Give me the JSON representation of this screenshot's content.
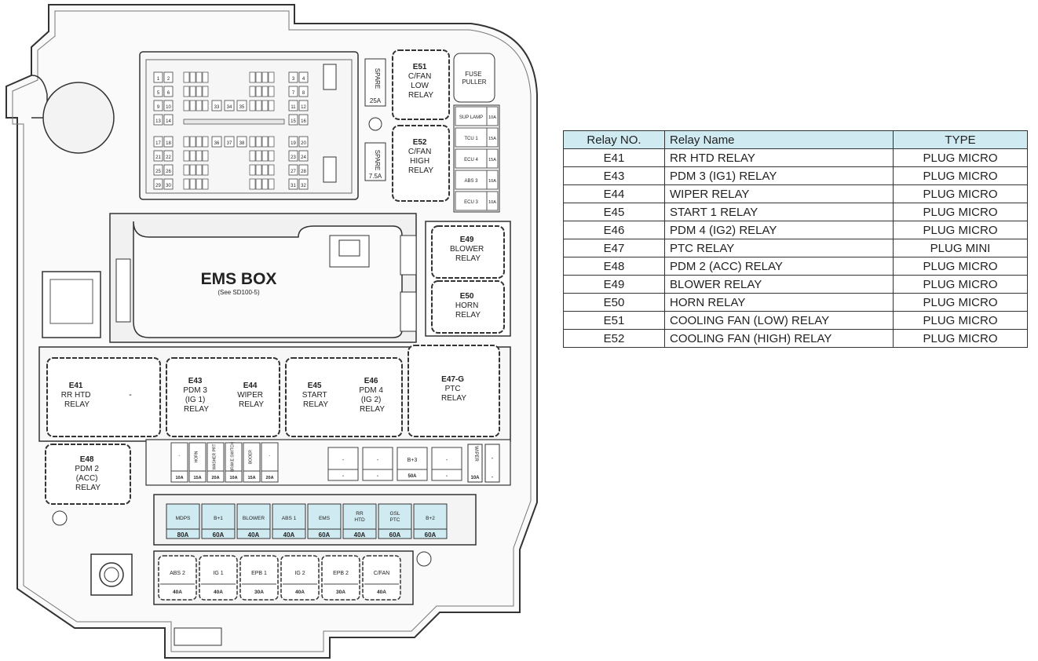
{
  "table": {
    "headers": [
      "Relay NO.",
      "Relay Name",
      "TYPE"
    ],
    "rows": [
      [
        "E41",
        "RR HTD RELAY",
        "PLUG MICRO"
      ],
      [
        "E43",
        "PDM 3 (IG1) RELAY",
        "PLUG MICRO"
      ],
      [
        "E44",
        "WIPER RELAY",
        "PLUG MICRO"
      ],
      [
        "E45",
        "START 1 RELAY",
        "PLUG MICRO"
      ],
      [
        "E46",
        "PDM 4 (IG2) RELAY",
        "PLUG MICRO"
      ],
      [
        "E47",
        "PTC RELAY",
        "PLUG MINI"
      ],
      [
        "E48",
        "PDM 2 (ACC) RELAY",
        "PLUG MICRO"
      ],
      [
        "E49",
        "BLOWER RELAY",
        "PLUG MICRO"
      ],
      [
        "E50",
        "HORN RELAY",
        "PLUG MICRO"
      ],
      [
        "E51",
        "COOLING FAN (LOW) RELAY",
        "PLUG MICRO"
      ],
      [
        "E52",
        "COOLING FAN (HIGH) RELAY",
        "PLUG MICRO"
      ]
    ]
  },
  "diagram": {
    "ems_box": {
      "title": "EMS BOX",
      "subtitle": "(See SD100-5)"
    },
    "relays": {
      "e51": [
        "E51",
        "C/FAN",
        "LOW",
        "RELAY"
      ],
      "e52": [
        "E52",
        "C/FAN",
        "HIGH",
        "RELAY"
      ],
      "fuse_puller": [
        "FUSE",
        "PULLER"
      ],
      "e49": [
        "E49",
        "BLOWER",
        "RELAY"
      ],
      "e50": [
        "E50",
        "HORN",
        "RELAY"
      ],
      "e41": [
        "E41",
        "RR HTD",
        "RELAY"
      ],
      "e41_dash": "-",
      "e43": [
        "E43",
        "PDM 3",
        "(IG 1)",
        "RELAY"
      ],
      "e44": [
        "E44",
        "WIPER",
        "RELAY"
      ],
      "e45": [
        "E45",
        "START",
        "RELAY"
      ],
      "e46": [
        "E46",
        "PDM 4",
        "(IG 2)",
        "RELAY"
      ],
      "e47": [
        "E47-G",
        "PTC",
        "RELAY"
      ],
      "e48": [
        "E48",
        "PDM 2",
        "(ACC)",
        "RELAY"
      ]
    },
    "spare_top": {
      "label": "SPARE",
      "rating": "25A"
    },
    "spare_bottom": {
      "label": "SPARE",
      "rating": "7.5A"
    },
    "side_fuses": [
      {
        "name": "SUP LAMP",
        "rating": "10A"
      },
      {
        "name": "TCU 1",
        "rating": "15A"
      },
      {
        "name": "ECU 4",
        "rating": "15A"
      },
      {
        "name": "ABS 3",
        "rating": "10A"
      },
      {
        "name": "ECU 3",
        "rating": "10A"
      }
    ],
    "mini_fuses": [
      {
        "name": "-",
        "rating": "10A"
      },
      {
        "name": "HORN",
        "rating": "15A"
      },
      {
        "name": "WASHER PRT",
        "rating": "20A"
      },
      {
        "name": "BRAKE SWITCH",
        "rating": "10A"
      },
      {
        "name": "BOOER",
        "rating": "15A"
      },
      {
        "name": "-",
        "rating": "20A"
      }
    ],
    "mid_fuses": [
      {
        "name": "-",
        "rating": "-"
      },
      {
        "name": "-",
        "rating": "-"
      },
      {
        "name": "B+3",
        "rating": "50A"
      },
      {
        "name": "-",
        "rating": "-"
      }
    ],
    "wiper_fuse": {
      "name": "WIPER",
      "rating": "10A"
    },
    "wiper_side_dash": [
      "-",
      "-"
    ],
    "mega_fuses": [
      {
        "name": "MDPS",
        "rating": "80A"
      },
      {
        "name": "B+1",
        "rating": "60A"
      },
      {
        "name": "BLOWER",
        "rating": "40A"
      },
      {
        "name": "ABS 1",
        "rating": "40A"
      },
      {
        "name": "EMS",
        "rating": "60A"
      },
      {
        "name": "RR HTD",
        "rating": "40A"
      },
      {
        "name": "GSL PTC",
        "rating": "60A"
      },
      {
        "name": "B+2",
        "rating": "60A"
      }
    ],
    "bottom_fuses": [
      {
        "name": "ABS 2",
        "rating": "40A"
      },
      {
        "name": "IG 1",
        "rating": "40A"
      },
      {
        "name": "EPB 1",
        "rating": "30A"
      },
      {
        "name": "IG 2",
        "rating": "40A"
      },
      {
        "name": "EPB 2",
        "rating": "30A"
      },
      {
        "name": "C/FAN",
        "rating": "40A"
      }
    ],
    "micro_fuse_labels": [
      "1",
      "2",
      "3",
      "4",
      "5",
      "6",
      "7",
      "8",
      "9",
      "10",
      "11",
      "12",
      "13",
      "14",
      "15",
      "16",
      "17",
      "18",
      "19",
      "20",
      "21",
      "22",
      "23",
      "24",
      "25",
      "26",
      "27",
      "28",
      "29",
      "30",
      "31",
      "32",
      "33",
      "34",
      "35",
      "36",
      "37",
      "38"
    ]
  }
}
